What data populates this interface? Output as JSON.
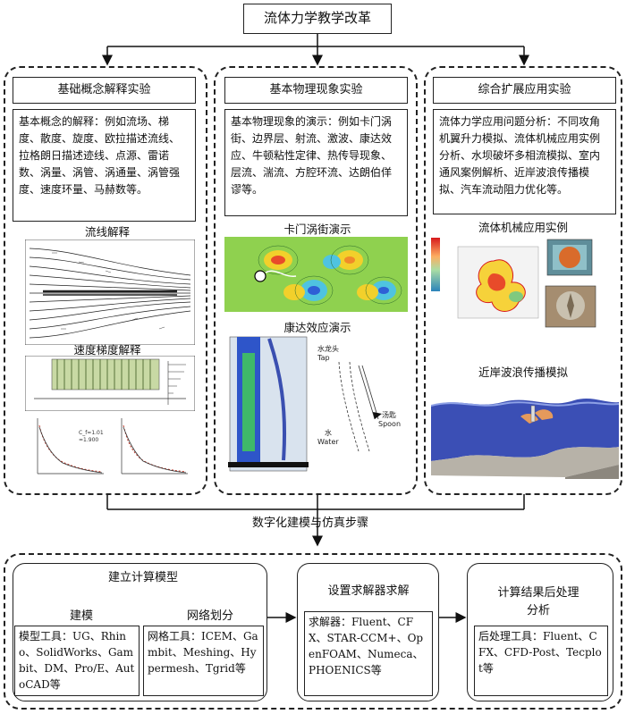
{
  "title": "流体力学教学改革",
  "columns": [
    {
      "heading": "基础概念解释实验",
      "text": "基本概念的解释：例如流场、梯度、散度、旋度、欧拉描述流线、拉格朗日描述迹线、点源、雷诺数、涡量、涡管、涡通量、涡管强度、速度环量、马赫数等。",
      "figures": [
        "流线解释",
        "速度梯度解释"
      ],
      "mini_labels": [
        "C_f=1.01",
        "=1.900"
      ]
    },
    {
      "heading": "基本物理现象实验",
      "text": "基本物理现象的演示：例如卡门涡街、边界层、射流、激波、康达效应、牛顿粘性定律、热传导现象、层流、湍流、方腔环流、达朗伯佯谬等。",
      "figures": [
        "卡门涡街演示",
        "康达效应演示"
      ],
      "coanda_labels": [
        "水龙头",
        "Tap",
        "汤匙",
        "Spoon",
        "水",
        "Water"
      ]
    },
    {
      "heading": "综合扩展应用实验",
      "text": "流体力学应用问题分析：不同攻角机翼升力模拟、流体机械应用实例分析、水坝破坏多相流模拟、室内通风案例解析、近岸波浪传播模拟、汽车流动阻力优化等。",
      "figures": [
        "流体机械应用实例",
        "近岸波浪传播模拟"
      ]
    }
  ],
  "middle_label": "数字化建模与仿真步骤",
  "steps": {
    "build": {
      "title": "建立计算模型",
      "modeling_title": "建模",
      "modeling_text": "模型工具：UG、Rhino、SolidWorks、Gambit、DM、Pro/E、AutoCAD等",
      "mesh_title": "网络划分",
      "mesh_text": "网格工具：ICEM、Gambit、Meshing、Hypermesh、Tgrid等"
    },
    "solver": {
      "title": "设置求解器求解",
      "text": "求解器：Fluent、CFX、STAR-CCM+、OpenFOAM、Numeca、PHOENICS等"
    },
    "post": {
      "title": "计算结果后处理分析",
      "text": "后处理工具：Fluent、CFX、CFD-Post、Tecplot等"
    }
  }
}
